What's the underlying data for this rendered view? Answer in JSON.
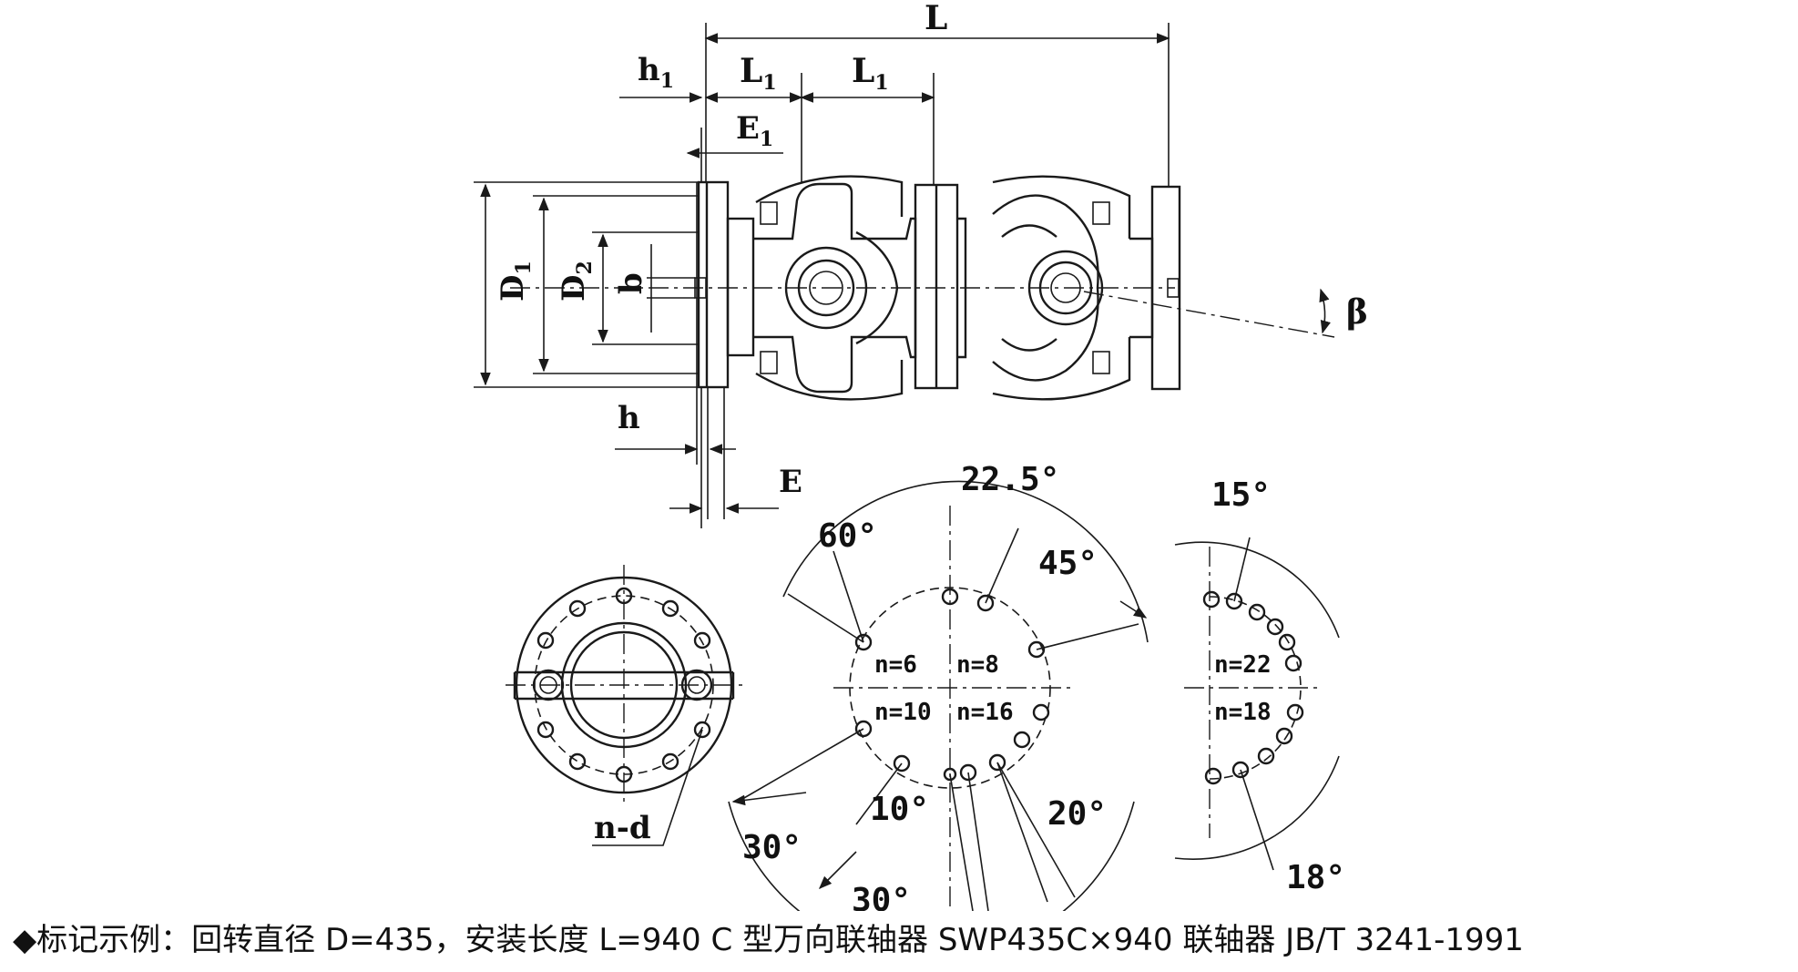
{
  "dimension_labels": {
    "L": "L",
    "L1_left": "L",
    "L1_left_sub": "1",
    "L1_right": "L",
    "L1_right_sub": "1",
    "h1": "h",
    "h1_sub": "1",
    "E1": "E",
    "E1_sub": "1",
    "D1": "D",
    "D1_sub": "1",
    "D2": "D",
    "D2_sub": "2",
    "b": "b",
    "h": "h",
    "E": "E",
    "beta": "β",
    "nd": "n-d"
  },
  "angle_labels": {
    "a22_5": "22.5°",
    "a60": "60°",
    "a45": "45°",
    "a30_left": "30°",
    "a10": "10°",
    "a20": "20°",
    "a30_bottom": "30°",
    "a15": "15°",
    "a18": "18°"
  },
  "hole_counts": {
    "n6": "n=6",
    "n8": "n=8",
    "n10": "n=10",
    "n16": "n=16",
    "n22": "n=22",
    "n18": "n=18"
  },
  "caption": {
    "bullet": "◆",
    "text": "标记示例：回转直径 D=435，安装长度 L=940 C 型万向联轴器 SWP435C×940 联轴器 JB/T 3241-1991"
  }
}
